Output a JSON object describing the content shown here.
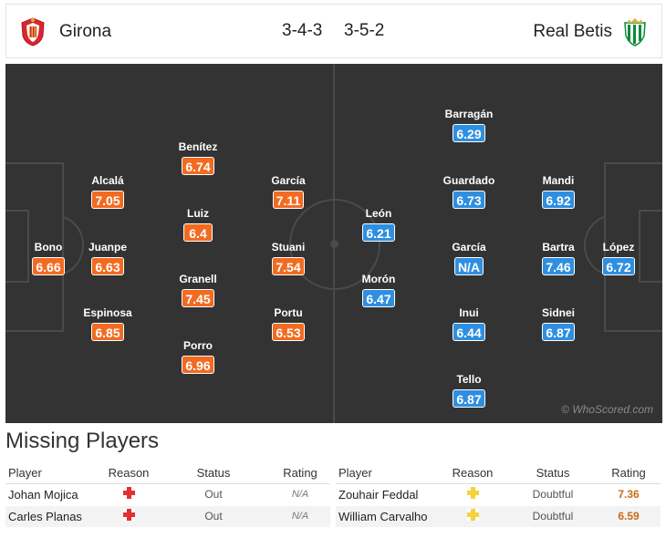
{
  "match": {
    "home": {
      "name": "Girona",
      "formation": "3-4-3",
      "crest": "girona-crest-icon",
      "color": "#f26b21"
    },
    "away": {
      "name": "Real Betis",
      "formation": "3-5-2",
      "crest": "real-betis-crest-icon",
      "color": "#2e8fe0"
    }
  },
  "pitch": {
    "watermark": "© WhoScored.com",
    "home_players": [
      {
        "name": "Bono",
        "rating": "6.66"
      },
      {
        "name": "Alcalá",
        "rating": "7.05"
      },
      {
        "name": "Juanpe",
        "rating": "6.63"
      },
      {
        "name": "Espinosa",
        "rating": "6.85"
      },
      {
        "name": "Benítez",
        "rating": "6.74"
      },
      {
        "name": "Luiz",
        "rating": "6.4"
      },
      {
        "name": "Granell",
        "rating": "7.45"
      },
      {
        "name": "Porro",
        "rating": "6.96"
      },
      {
        "name": "García",
        "rating": "7.11"
      },
      {
        "name": "Stuani",
        "rating": "7.54"
      },
      {
        "name": "Portu",
        "rating": "6.53"
      }
    ],
    "away_players": [
      {
        "name": "León",
        "rating": "6.21"
      },
      {
        "name": "Morón",
        "rating": "6.47"
      },
      {
        "name": "Barragán",
        "rating": "6.29"
      },
      {
        "name": "Guardado",
        "rating": "6.73"
      },
      {
        "name": "García",
        "rating": "N/A"
      },
      {
        "name": "Inui",
        "rating": "6.44"
      },
      {
        "name": "Tello",
        "rating": "6.87"
      },
      {
        "name": "Mandi",
        "rating": "6.92"
      },
      {
        "name": "Bartra",
        "rating": "7.46"
      },
      {
        "name": "Sidnei",
        "rating": "6.87"
      },
      {
        "name": "López",
        "rating": "6.72"
      }
    ]
  },
  "missing": {
    "title": "Missing Players",
    "headers": {
      "player": "Player",
      "reason": "Reason",
      "status": "Status",
      "rating": "Rating"
    },
    "home": [
      {
        "player": "Johan Mojica",
        "reason": "injury-icon",
        "status": "Out",
        "rating": "N/A"
      },
      {
        "player": "Carles Planas",
        "reason": "injury-icon",
        "status": "Out",
        "rating": "N/A"
      }
    ],
    "away": [
      {
        "player": "Zouhair Feddal",
        "reason": "doubtful-icon",
        "status": "Doubtful",
        "rating": "7.36"
      },
      {
        "player": "William Carvalho",
        "reason": "doubtful-icon",
        "status": "Doubtful",
        "rating": "6.59"
      }
    ]
  }
}
